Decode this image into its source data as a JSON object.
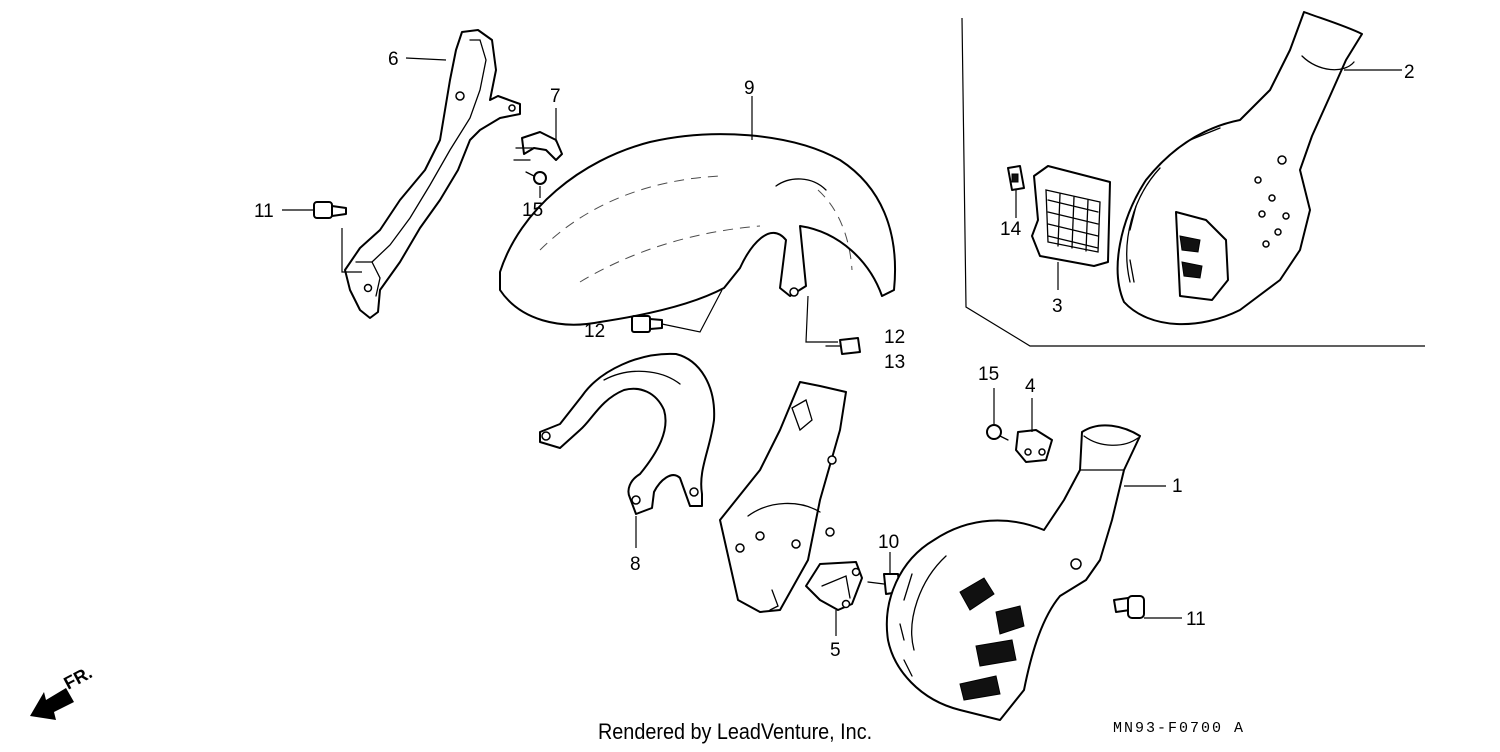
{
  "diagram": {
    "callouts": [
      "1",
      "2",
      "3",
      "4",
      "5",
      "6",
      "7",
      "8",
      "9",
      "10",
      "11",
      "11",
      "12",
      "12",
      "13",
      "14",
      "15",
      "15"
    ],
    "direction_label": "FR.",
    "credit": "Rendered by LeadVenture, Inc.",
    "code": "MN93-F0700 A"
  }
}
